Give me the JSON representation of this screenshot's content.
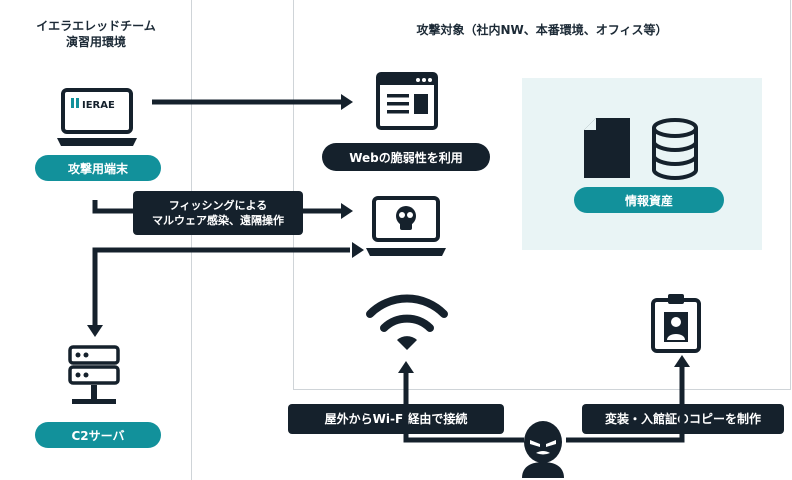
{
  "left": {
    "title_line1": "イエラエレッドチーム",
    "title_line2": "演習用環境",
    "attack_terminal_label": "攻撃用端末",
    "laptop_logo_text": "IERAE",
    "c2_label": "C2サーバ"
  },
  "right": {
    "title": "攻撃対象（社内NW、本番環境、オフィス等）",
    "web_vuln_label": "Webの脆弱性を利用",
    "asset_label": "情報資産"
  },
  "phishing": {
    "line1": "フィッシングによる",
    "line2": "マルウェア感染、遠隔操作"
  },
  "bottom": {
    "wifi_label": "屋外からWi-Fi経由で接続",
    "disguise_label": "変装・入館証のコピーを制作"
  },
  "colors": {
    "dark": "#15212c",
    "teal": "#12919b",
    "asset_bg": "#e9f4f5",
    "border": "#cfd4d8"
  },
  "icons": [
    "laptop-icon",
    "server-stack-icon",
    "web-browser-icon",
    "skull-laptop-icon",
    "document-icon",
    "database-icon",
    "wifi-icon",
    "id-badge-icon",
    "hacker-icon"
  ]
}
